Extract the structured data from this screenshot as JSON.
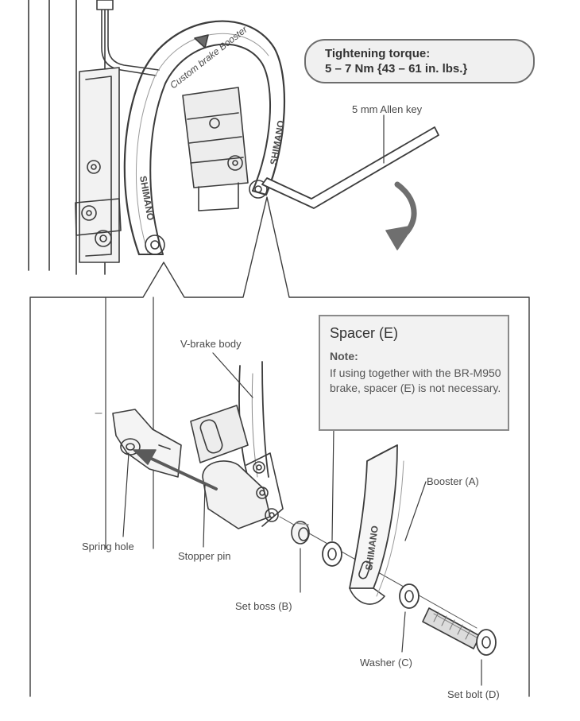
{
  "torque": {
    "title": "Tightening torque:",
    "value": "5 – 7 Nm {43 – 61 in. lbs.}"
  },
  "top_view": {
    "allen_key_label": "5 mm Allen key",
    "booster_arc_text": "Custom brake Booster",
    "brand_marks": [
      "SHIMANO",
      "SHIMANO"
    ]
  },
  "spacer_note": {
    "title": "Spacer (E)",
    "note_label": "Note:",
    "note_text": "If using together with the BR-M950 brake, spacer (E) is not necessary."
  },
  "parts": {
    "v_brake_body": "V-brake body",
    "booster": "Booster (A)",
    "spring_hole": "Spring hole",
    "stopper_pin": "Stopper pin",
    "set_boss": "Set boss (B)",
    "washer": "Washer (C)",
    "set_bolt": "Set bolt (D)",
    "booster_brand": "SHIMANO"
  },
  "colors": {
    "line": "#3c3c3c",
    "paper": "#ffffff",
    "shade": "#e6e6e6",
    "callout_fill": "#f0f0f0"
  }
}
